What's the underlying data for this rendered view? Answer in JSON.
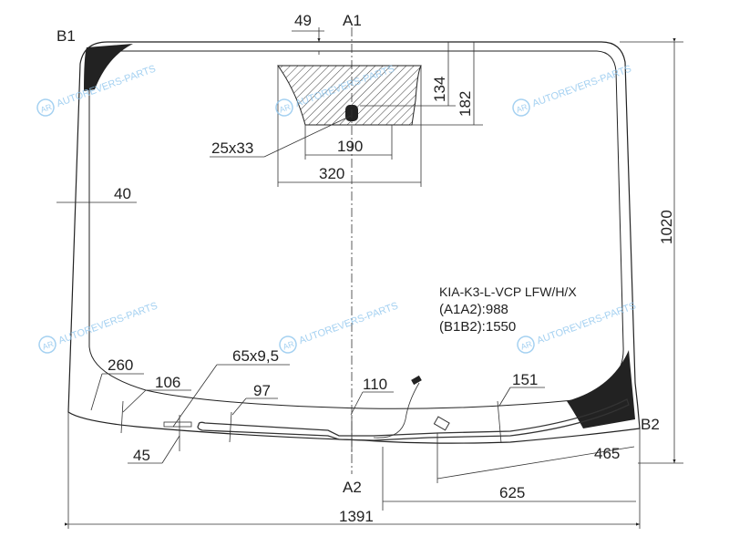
{
  "title": "KIA-K3-L-VCP LFW/H/X",
  "specs": [
    {
      "label": "(A1A2):988"
    },
    {
      "label": "(B1B2):1550"
    }
  ],
  "points": {
    "a1": "A1",
    "a2": "A2",
    "b1": "B1",
    "b2": "B2"
  },
  "dimensions": {
    "d49": "49",
    "d134": "134",
    "d182": "182",
    "d190": "190",
    "d320": "320",
    "d25x33": "25x33",
    "d40": "40",
    "d1020": "1020",
    "d260": "260",
    "d106": "106",
    "d65x95": "65x9,5",
    "d97": "97",
    "d45": "45",
    "d110": "110",
    "d151": "151",
    "d465": "465",
    "d625": "625",
    "d1391": "1391"
  },
  "watermark": {
    "logo": "AR",
    "text": "AUTOREVERS-PARTS",
    "color": "#8fc6ee"
  }
}
